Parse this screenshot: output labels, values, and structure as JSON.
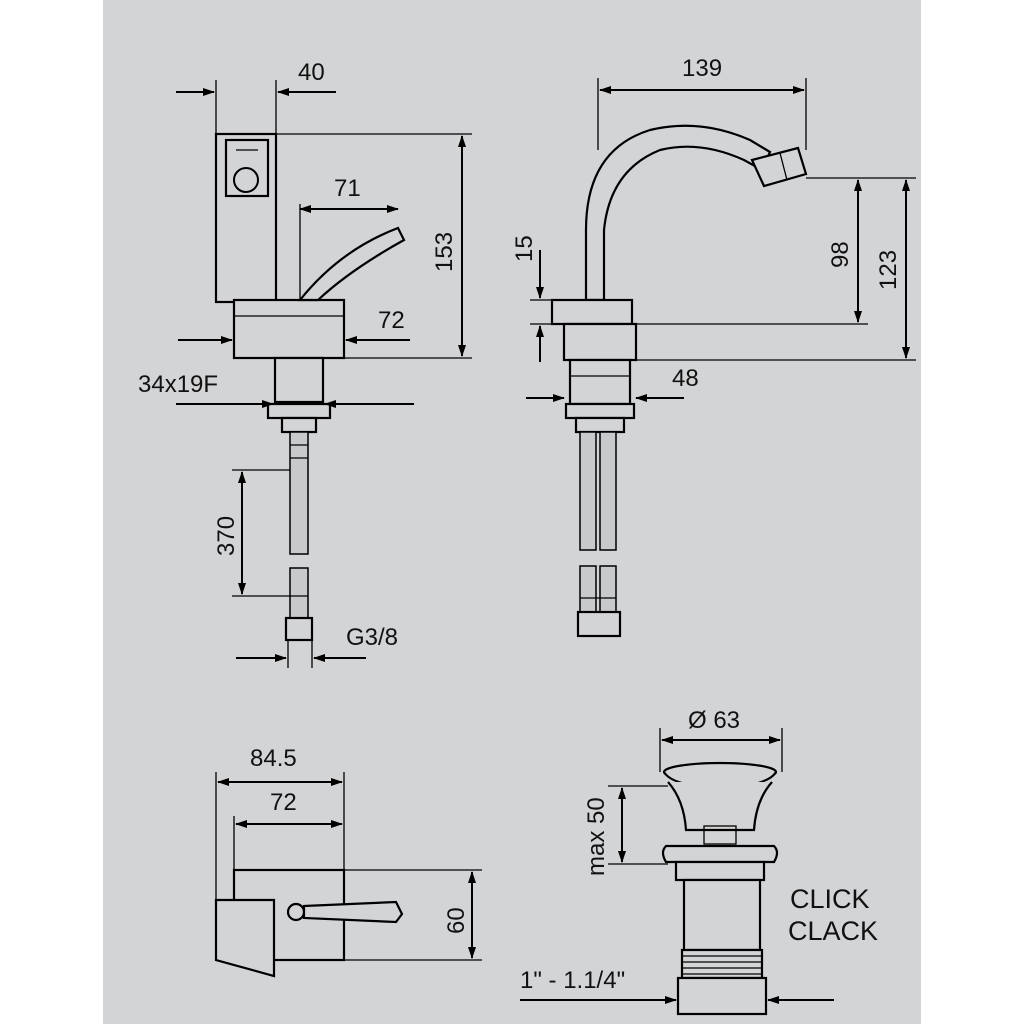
{
  "background_color": "#d3d4d6",
  "line_color": "#000000",
  "dimensions": {
    "side_width_40": "40",
    "lever_71": "71",
    "height_153": "153",
    "base_72": "72",
    "thread_34x19F": "34x19F",
    "hose_370": "370",
    "connector_G38": "G3/8",
    "spout_139": "139",
    "base_15": "15",
    "spout_98": "98",
    "total_123": "123",
    "body_48": "48",
    "top_84_5": "84.5",
    "top_72": "72",
    "top_60": "60",
    "waste_d63": "Ø 63",
    "waste_max50": "max 50",
    "waste_thread": "1\" - 1.1/4\""
  },
  "waste_label": {
    "line1": "CLICK",
    "line2": "CLACK"
  }
}
